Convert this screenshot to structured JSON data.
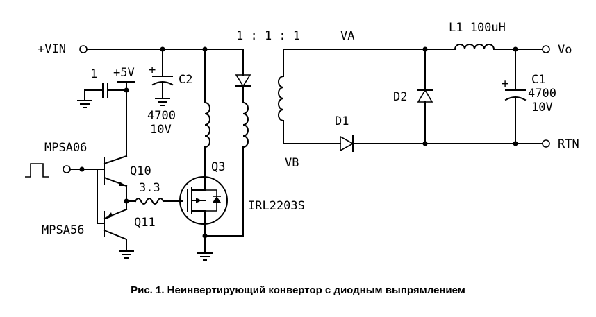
{
  "labels": {
    "vin": "+VIN",
    "cap_small": "1",
    "plus5v": "+5V",
    "c2": "C2",
    "c2_val1": "4700",
    "c2_val2": "10V",
    "ratio": "1 : 1 : 1",
    "va": "VA",
    "vb": "VB",
    "l1": "L1 100uH",
    "vo": "Vo",
    "rtn": "RTN",
    "c1": "C1",
    "c1_val1": "4700",
    "c1_val2": "10V",
    "d1": "D1",
    "d2": "D2",
    "mpsa06": "MPSA06",
    "mpsa56": "MPSA56",
    "q10": "Q10",
    "q11": "Q11",
    "r_val": "3.3",
    "q3": "Q3",
    "irl": "IRL2203S"
  },
  "caption": "Рис. 1. Неинвертирующий конвертор с диодным выпрямлением"
}
